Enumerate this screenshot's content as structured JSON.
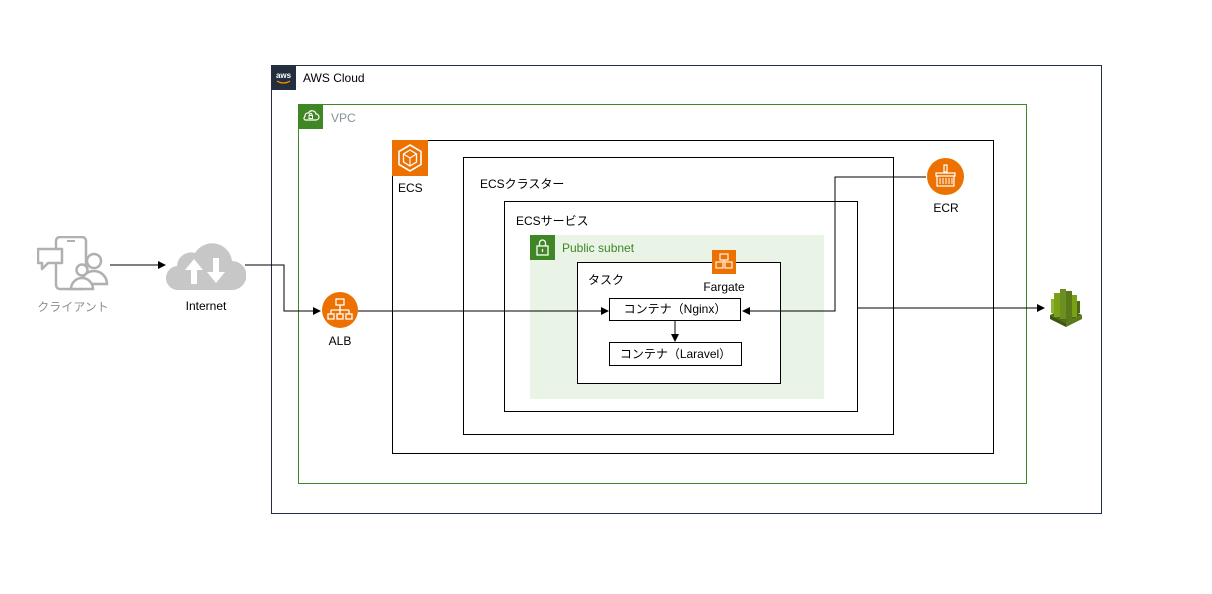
{
  "client": {
    "label": "クライアント"
  },
  "internet": {
    "label": "Internet"
  },
  "aws_cloud": {
    "label": "AWS Cloud"
  },
  "vpc": {
    "label": "VPC"
  },
  "ecs": {
    "label": "ECS"
  },
  "ecs_cluster": {
    "label": "ECSクラスター"
  },
  "ecs_service": {
    "label": "ECSサービス"
  },
  "public_subnet": {
    "label": "Public subnet"
  },
  "task": {
    "label": "タスク"
  },
  "fargate": {
    "label": "Fargate"
  },
  "container_nginx": {
    "label": "コンテナ（Nginx）"
  },
  "container_laravel": {
    "label": "コンテナ（Laravel）"
  },
  "alb": {
    "label": "ALB"
  },
  "ecr": {
    "label": "ECR"
  },
  "colors": {
    "aws_orange": "#ED7100",
    "vpc_green": "#3F8624",
    "subnet_fill": "#E9F3E6",
    "gray_icon": "#C7C7C7",
    "label_gray": "#879196",
    "rds_green": "#6B8F23"
  }
}
